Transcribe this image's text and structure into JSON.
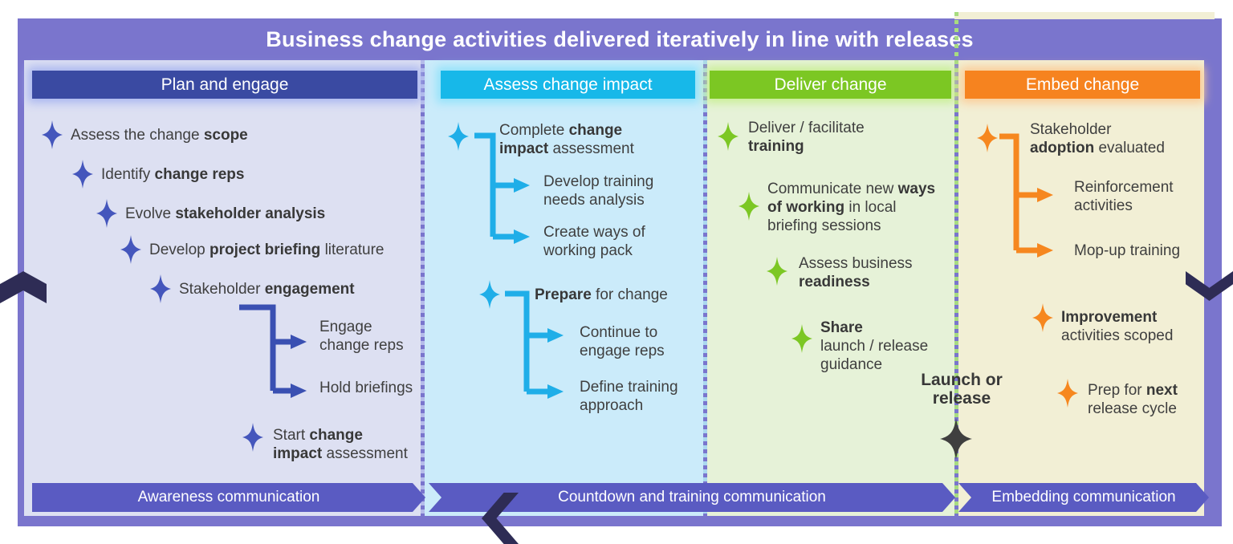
{
  "title": "Business change activities delivered iteratively in line with releases",
  "columns": [
    {
      "header": "Plan and engage",
      "accent_color": "#3A4AA2",
      "items": [
        {
          "text": "Assess the change <b>scope</b>"
        },
        {
          "text": "Identify <b>change reps</b>"
        },
        {
          "text": "Evolve <b>stakeholder analysis</b>"
        },
        {
          "text": "Develop <b>project briefing</b> literature"
        },
        {
          "text": "Stakeholder <b>engagement</b>",
          "children": [
            "Engage<br>change reps",
            "Hold briefings"
          ]
        },
        {
          "text": "Start <b>change</b><br><b>impact</b> assessment"
        }
      ]
    },
    {
      "header": "Assess change impact",
      "accent_color": "#17B8E9",
      "items": [
        {
          "text": "Complete <b>change</b><br><b>impact</b> assessment",
          "children": [
            "Develop training<br>needs analysis",
            "Create ways of<br>working pack"
          ]
        },
        {
          "text": "<b>Prepare</b> for change",
          "children": [
            "Continue to<br>engage reps",
            "Define training<br>approach"
          ]
        }
      ]
    },
    {
      "header": "Deliver change",
      "accent_color": "#7CC723",
      "items": [
        {
          "text": "Deliver / facilitate<br><b>training</b>"
        },
        {
          "text": "Communicate new <b>ways</b><br><b>of working</b> in local<br>briefing sessions"
        },
        {
          "text": "Assess business<br><b>readiness</b>"
        },
        {
          "text": "<b>Share</b><br>launch / release<br>guidance"
        }
      ]
    },
    {
      "header": "Embed change",
      "accent_color": "#F6831F",
      "items": [
        {
          "text": "Stakeholder<br><b>adoption</b> evaluated",
          "children": [
            "Reinforcement<br>activities",
            "Mop-up training"
          ]
        },
        {
          "text": "<b>Improvement</b><br>activities scoped"
        },
        {
          "text": "Prep for <b>next</b><br>release cycle"
        }
      ]
    }
  ],
  "milestone": {
    "label": "Launch or<br>release",
    "icon": "four-point-star",
    "color": "#3F3F3F"
  },
  "banners": [
    {
      "label": "Awareness communication"
    },
    {
      "label": "Countdown and training communication"
    },
    {
      "label": "Embedding communication"
    }
  ],
  "icons": {
    "item_marker": "four-point-sparkle-star",
    "flow_arrows": [
      "chevron-up",
      "chevron-down",
      "chevron-left"
    ]
  },
  "colors": {
    "frame_purple": "#7A75CD",
    "banner_purple": "#5A5BC2",
    "dark_navy_chevron": "#2E2C55",
    "body_text": "#3F3F3F",
    "column_backgrounds": [
      "#DDE0F2",
      "#CBEBFA",
      "#E6F2D8",
      "#F2EFD5"
    ],
    "marker_colors": [
      "#4456BC",
      "#1FAEE8",
      "#7CC724",
      "#F6871F"
    ]
  }
}
